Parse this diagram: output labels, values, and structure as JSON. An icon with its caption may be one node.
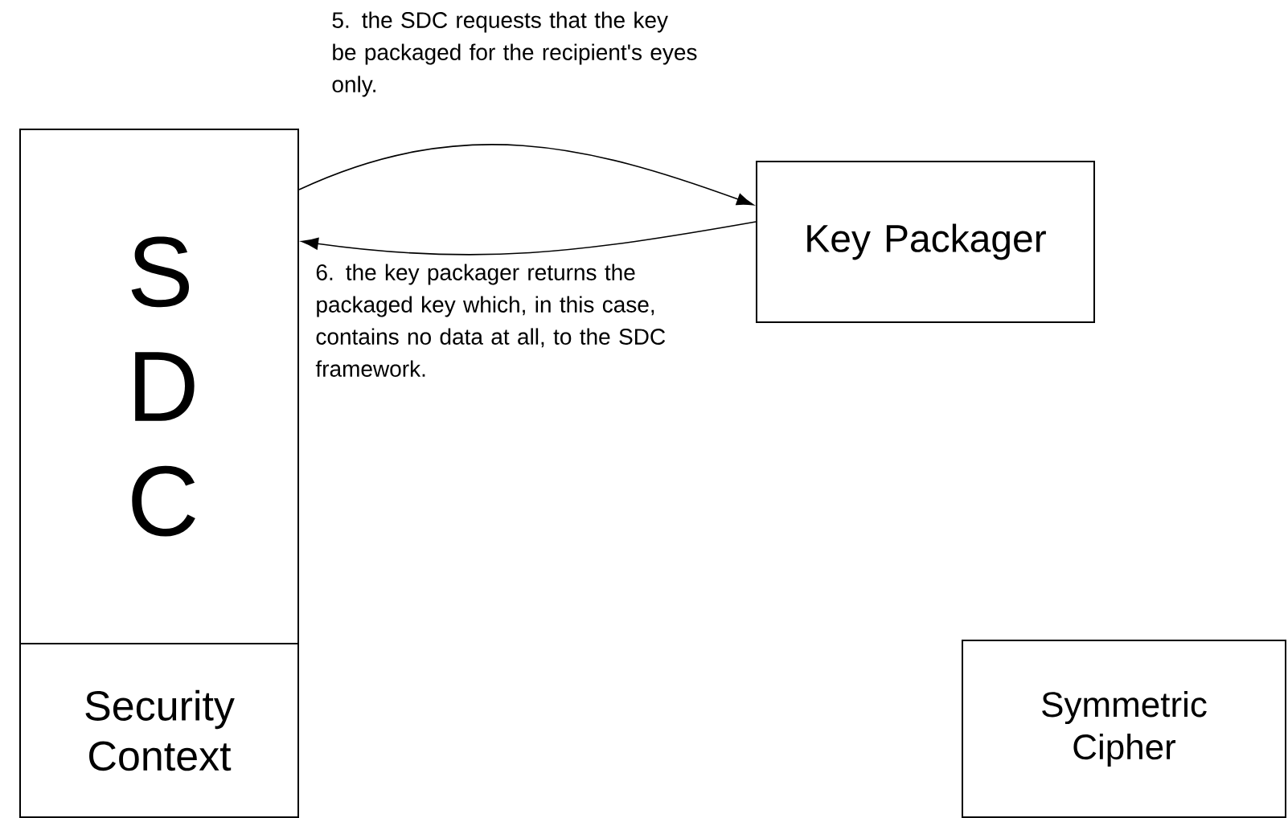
{
  "diagram": {
    "nodes": [
      {
        "text": [
          "S D C"
        ]
      },
      {
        "text": [
          "Security Context"
        ]
      },
      {
        "text": [
          "Key Packager"
        ]
      },
      {
        "text": [
          "Symmetric Cipher"
        ]
      }
    ],
    "edges": [
      {
        "from": 0,
        "to": 2,
        "arrow": "to",
        "label": "5. the SDC requests that the key be packaged for the recipient's eyes only."
      },
      {
        "from": 2,
        "to": 0,
        "arrow": "to",
        "label": "6. the key packager returns the packaged key which, in this case, contains no data at all, to the SDC framework."
      }
    ]
  }
}
